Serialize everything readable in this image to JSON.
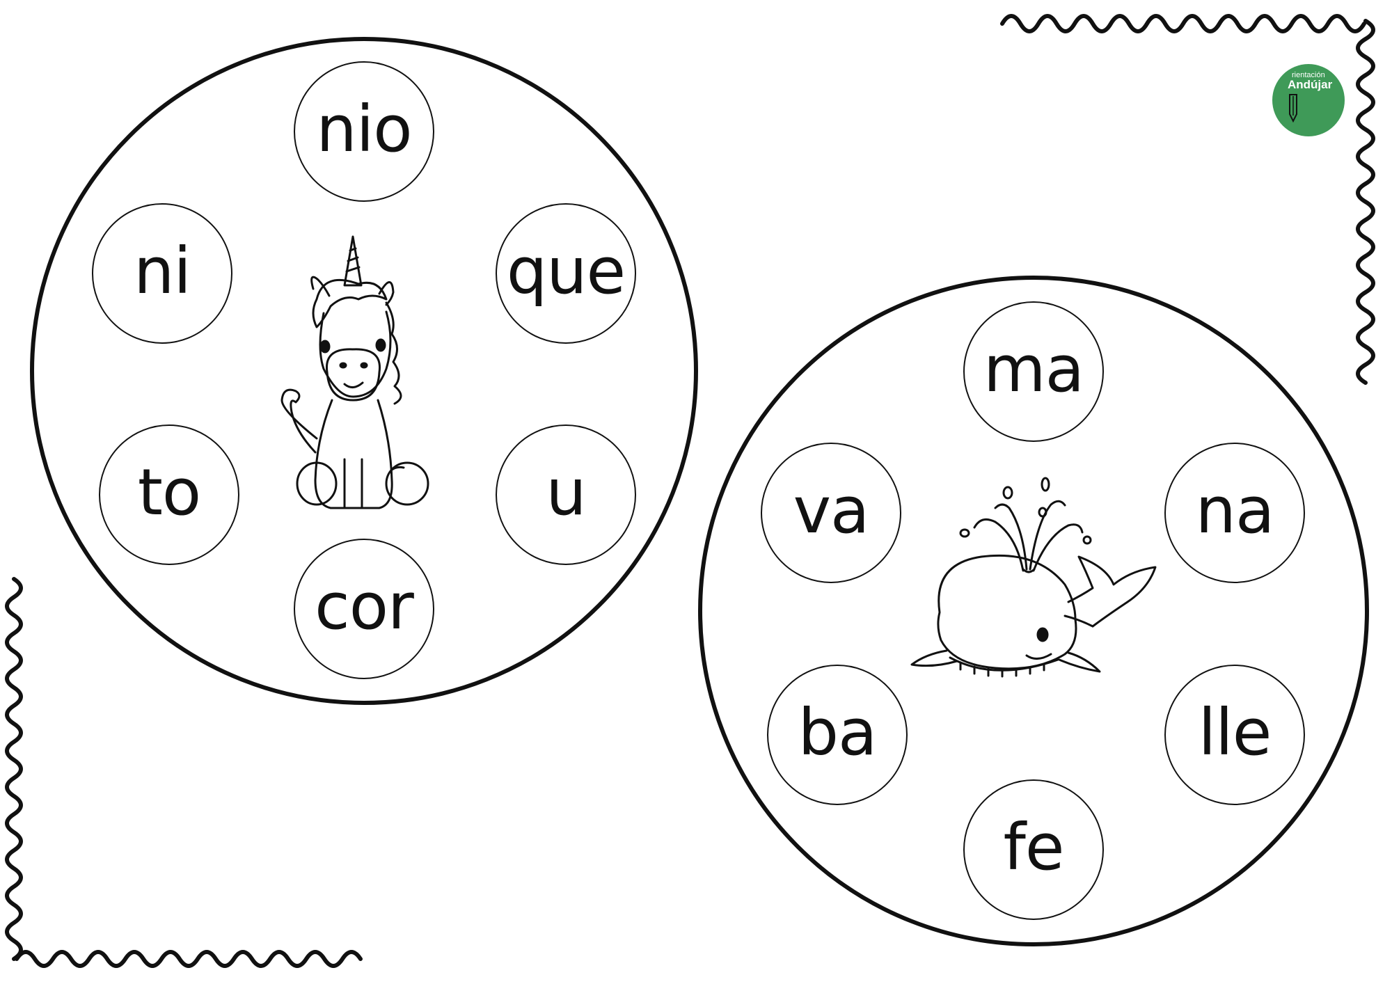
{
  "logo": {
    "line1": "rientación",
    "line2": "Andújar",
    "color": "#3f9a58"
  },
  "wheels": [
    {
      "picture": "unicorn-icon",
      "syllables": [
        "nio",
        "que",
        "u",
        "cor",
        "to",
        "ni"
      ]
    },
    {
      "picture": "whale-icon",
      "syllables": [
        "ma",
        "na",
        "lle",
        "fe",
        "ba",
        "va"
      ]
    }
  ]
}
